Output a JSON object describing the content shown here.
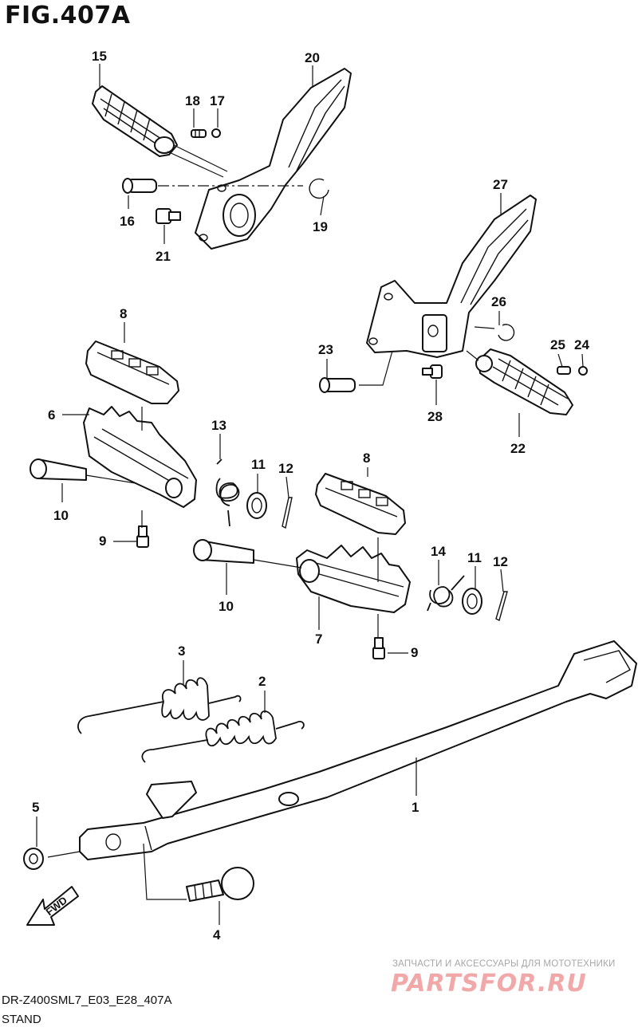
{
  "figure": {
    "title": "FIG.407A",
    "diagram_code": "DR-Z400SML7_E03_E28_407A",
    "section_name": "STAND"
  },
  "watermark": {
    "tagline": "ЗАПЧАСТИ И АКСЕССУАРЫ ДЛЯ МОТОТЕХНИКИ",
    "logo_text": "PARTSFOR.RU"
  },
  "direction_marker": {
    "label": "FWD"
  },
  "callouts": [
    "15",
    "20",
    "18",
    "17",
    "16",
    "19",
    "21",
    "27",
    "26",
    "23",
    "25",
    "24",
    "28",
    "22",
    "8",
    "6",
    "13",
    "11",
    "12",
    "10",
    "9",
    "8",
    "14",
    "11",
    "12",
    "10",
    "7",
    "9",
    "3",
    "2",
    "1",
    "5",
    "4"
  ],
  "colors": {
    "ink": "#111111",
    "watermark_red": "#ef9a9a",
    "watermark_grey": "#a7a7a7"
  }
}
